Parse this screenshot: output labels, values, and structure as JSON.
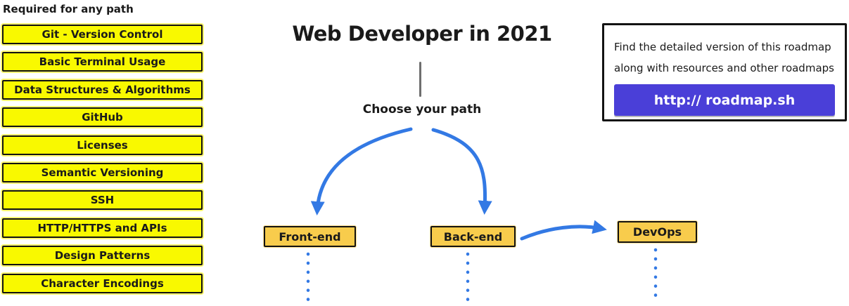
{
  "header": {
    "title": "Web Developer in 2021",
    "subtitle": "Choose your path"
  },
  "left_panel": {
    "heading": "Required for any path",
    "items": [
      "Git - Version Control",
      "Basic Terminal Usage",
      "Data Structures & Algorithms",
      "GitHub",
      "Licenses",
      "Semantic Versioning",
      "SSH",
      "HTTP/HTTPS and APIs",
      "Design Patterns",
      "Character Encodings"
    ]
  },
  "paths": {
    "front_end": "Front-end",
    "back_end": "Back-end",
    "devops": "DevOps"
  },
  "info_box": {
    "line1": "Find the detailed version of this roadmap",
    "line2": "along with resources and other roadmaps",
    "button_label": "http:// roadmap.sh"
  },
  "colors": {
    "topic_yellow": "#f9f900",
    "path_orange": "#f8cc4c",
    "arrow_blue": "#3379e4",
    "button_purple": "#4a3fd8",
    "connector_gray": "#6e6e6e",
    "border_black": "#121212"
  }
}
